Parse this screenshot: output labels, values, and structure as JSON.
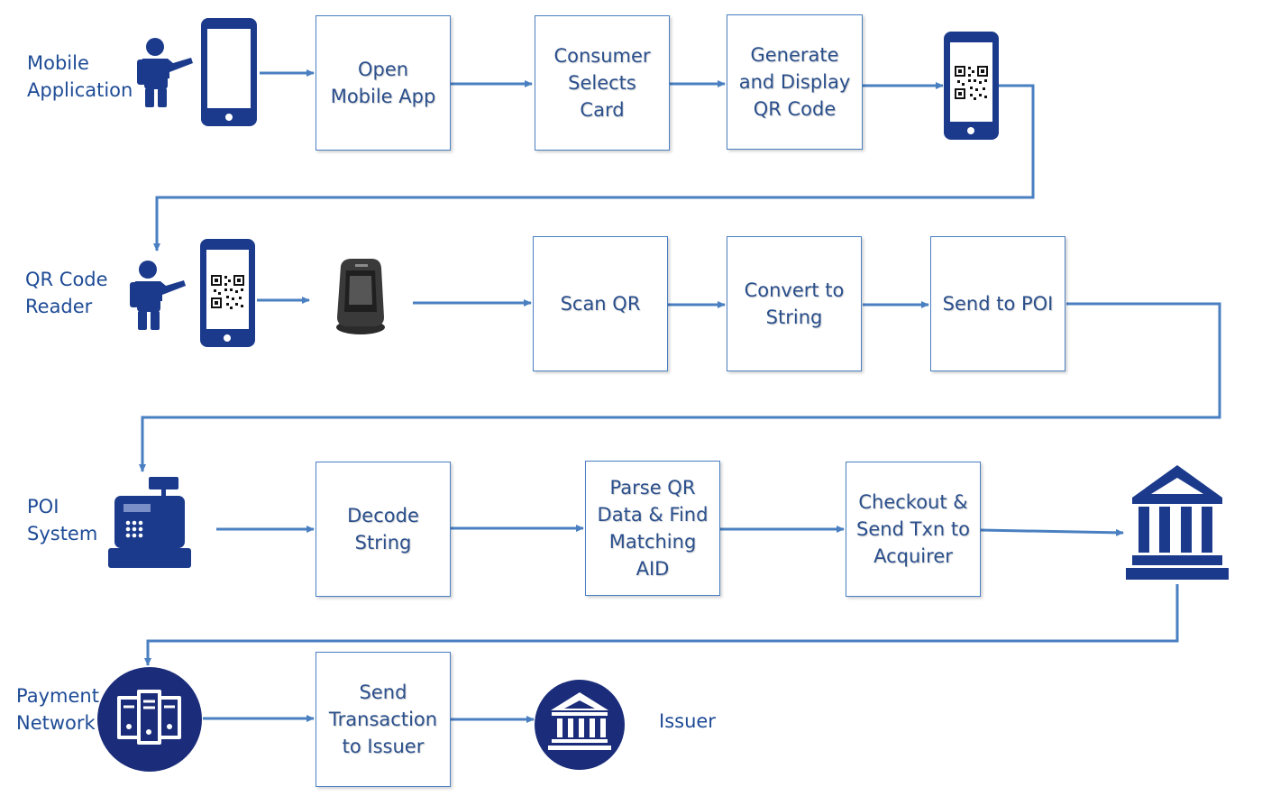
{
  "lanes": [
    {
      "lines": [
        "Mobile",
        "Application"
      ]
    },
    {
      "lines": [
        "QR Code",
        "Reader"
      ]
    },
    {
      "lines": [
        "POI",
        "System"
      ]
    },
    {
      "lines": [
        "Payment",
        "Network"
      ]
    }
  ],
  "steps": {
    "open_app": {
      "lines": [
        "Open",
        "Mobile App"
      ]
    },
    "consumer_selects": {
      "lines": [
        "Consumer",
        "Selects",
        "Card"
      ]
    },
    "generate_qr": {
      "lines": [
        "Generate",
        "and Display",
        "QR Code"
      ]
    },
    "scan_qr": {
      "lines": [
        "Scan QR"
      ]
    },
    "convert_string": {
      "lines": [
        "Convert to",
        "String"
      ]
    },
    "send_poi": {
      "lines": [
        "Send to POI"
      ]
    },
    "decode_string": {
      "lines": [
        "Decode",
        "String"
      ]
    },
    "parse_qr": {
      "lines": [
        "Parse QR",
        "Data & Find",
        "Matching",
        "AID"
      ]
    },
    "checkout": {
      "lines": [
        "Checkout &",
        "Send Txn to",
        "Acquirer"
      ]
    },
    "send_transaction": {
      "lines": [
        "Send",
        "Transaction",
        "to Issuer"
      ]
    }
  },
  "issuer_label": "Issuer",
  "icons": [
    "person-icon",
    "mobile-phone-icon",
    "qr-phone-icon",
    "barcode-scanner-icon",
    "cash-register-icon",
    "bank-icon",
    "server-network-icon",
    "issuer-bank-icon"
  ],
  "colors": {
    "primary": "#1b3a8c",
    "arrow": "#4a7fc1",
    "text": "#1e4b96",
    "box_border": "#4a7fc1"
  }
}
